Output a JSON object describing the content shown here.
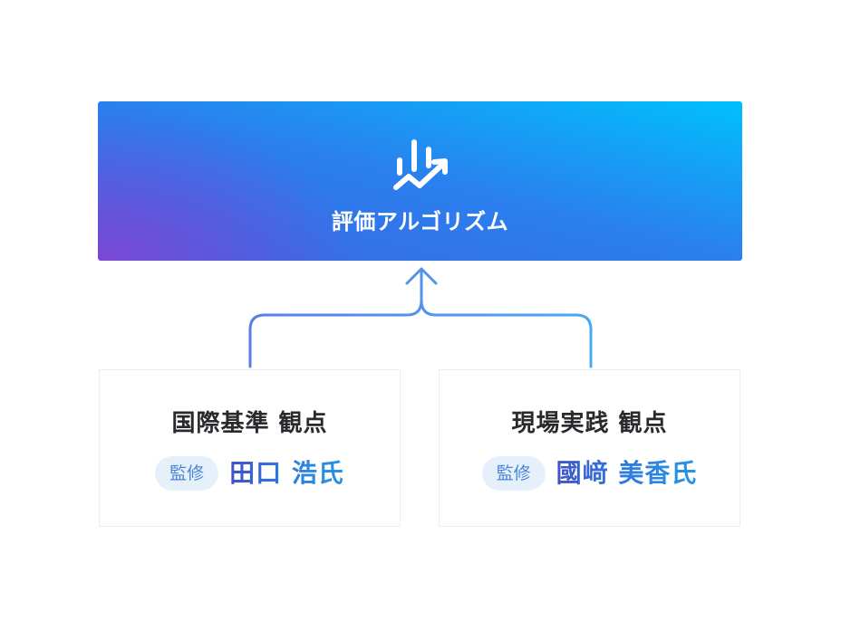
{
  "algorithm": {
    "title": "評価アルゴリズム",
    "icon": "chart-growth-icon"
  },
  "perspectives": [
    {
      "title": "国際基準 観点",
      "role": "監修",
      "supervisor": "田口 浩氏"
    },
    {
      "title": "現場実践 観点",
      "role": "監修",
      "supervisor": "國﨑 美香氏"
    }
  ],
  "colors": {
    "algorithm_gradient_start": "#7e46d4",
    "algorithm_gradient_mid": "#2b7fee",
    "algorithm_gradient_end": "#00c0fc",
    "connector_start": "#5a7fe2",
    "connector_end": "#4aa8f2",
    "title_text": "#2a2a2e",
    "role_pill_bg": "#e6f0fb",
    "role_pill_text": "#4a86d8",
    "name_gradient_start": "#4152c6",
    "name_gradient_end": "#2795e6"
  }
}
